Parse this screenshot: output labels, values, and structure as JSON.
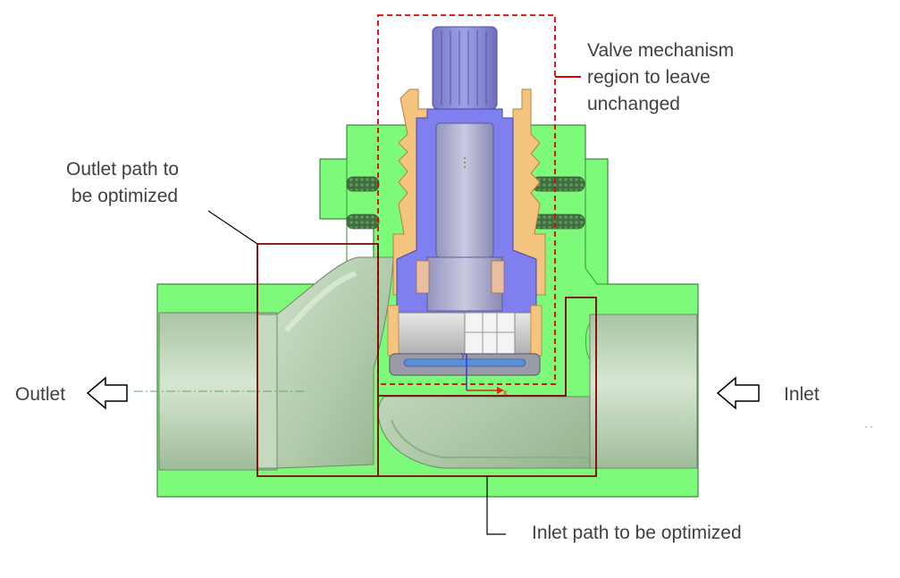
{
  "labels": {
    "valve_region_line1": "Valve mechanism",
    "valve_region_line2": "region to leave",
    "valve_region_line3": "unchanged",
    "outlet_path_line1": "Outlet path to",
    "outlet_path_line2": "be optimized",
    "inlet_path": "Inlet path to be optimized",
    "outlet": "Outlet",
    "inlet": "Inlet",
    "axis_x": "x",
    "axis_y": "y"
  },
  "colors": {
    "body_green": "#7dfa7a",
    "pipe_gray_green": "#b5cfb0",
    "valve_blue": "#7f7ff0",
    "spindle_gray": "#a8a8c8",
    "seal_orange": "#f5c580",
    "region_red": "#e00000",
    "path_boundary": "#800000",
    "label_text": "#404040"
  }
}
